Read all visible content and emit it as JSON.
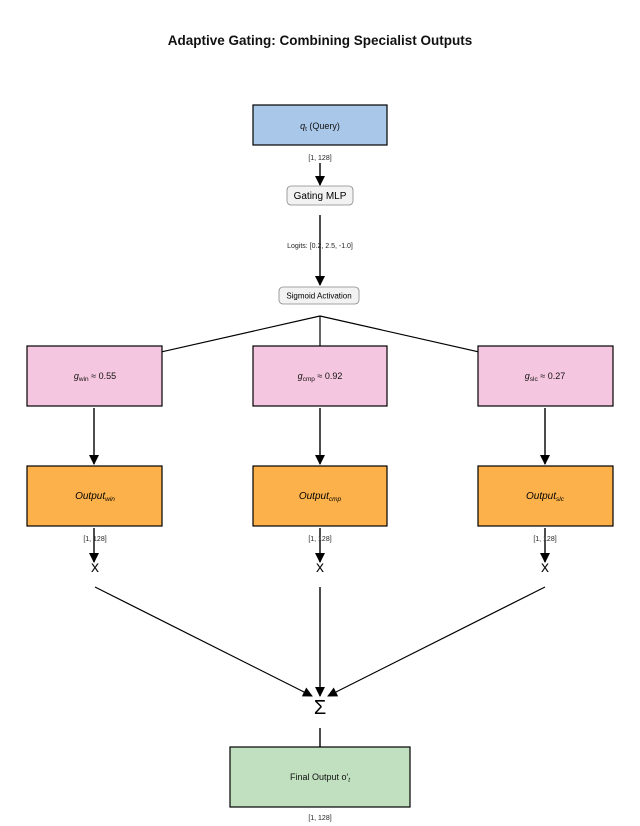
{
  "title": "Adaptive Gating: Combining Specialist Outputs",
  "query": {
    "main": "q",
    "sub": "t",
    "rest": " (Query)",
    "shape": "[1, 128]"
  },
  "gating_mlp": "Gating MLP",
  "logits_label": "Logits: [0.2, 2.5, -1.0]",
  "sigmoid": "Sigmoid Activation",
  "gates": [
    {
      "main": "g",
      "sub": "win",
      "rest": " ≈ 0.55"
    },
    {
      "main": "g",
      "sub": "cmp",
      "rest": " ≈ 0.92"
    },
    {
      "main": "g",
      "sub": "slc",
      "rest": " ≈ 0.27"
    }
  ],
  "outputs": [
    {
      "main": "Output",
      "sub": "win",
      "shape": "[1, 128]"
    },
    {
      "main": "Output",
      "sub": "cmp",
      "shape": "[1, 128]"
    },
    {
      "main": "Output",
      "sub": "slc",
      "shape": "[1, 128]"
    }
  ],
  "multiply_symbol": "x",
  "sum_symbol": "Σ",
  "final": {
    "main": "Final Output o′",
    "sub": "t",
    "shape": "[1, 128]"
  },
  "colors": {
    "query_fill": "#a9c7e8",
    "gate_fill": "#f5c6df",
    "output_fill": "#fdb14b",
    "final_fill": "#c0e0bf",
    "pill_fill": "#f2f2f2"
  }
}
